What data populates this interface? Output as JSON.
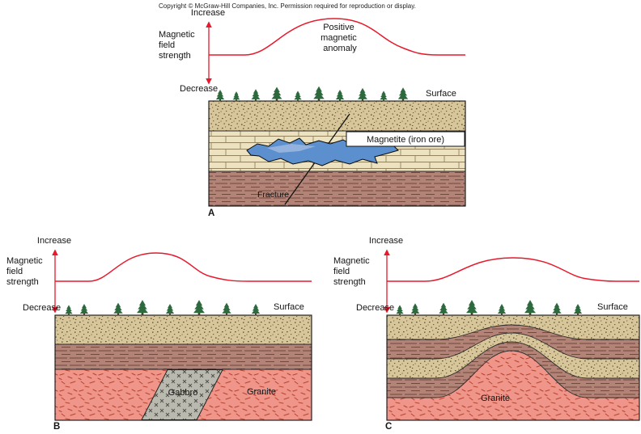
{
  "copyright": "Copyright © McGraw-Hill Companies, Inc. Permission required for reproduction or display.",
  "colors": {
    "curve_red": "#e8192c",
    "magnetite_blue": "#5b8fce",
    "granite_pink": "#f0958a",
    "gabbro_gray": "#b9b9b0"
  },
  "panels": {
    "a": {
      "letter": "A",
      "increase": "Increase",
      "decrease": "Decrease",
      "axis_lines": [
        "Magnetic",
        "field",
        "strength"
      ],
      "anomaly_lines": [
        "Positive",
        "magnetic",
        "anomaly"
      ],
      "surface": "Surface",
      "magnetite": "Magnetite (iron ore)",
      "fracture": "Fracture"
    },
    "b": {
      "letter": "B",
      "increase": "Increase",
      "decrease": "Decrease",
      "axis_lines": [
        "Magnetic",
        "field",
        "strength"
      ],
      "surface": "Surface",
      "gabbro": "Gabbro",
      "granite": "Granite"
    },
    "c": {
      "letter": "C",
      "increase": "Increase",
      "decrease": "Decrease",
      "axis_lines": [
        "Magnetic",
        "field",
        "strength"
      ],
      "surface": "Surface",
      "granite": "Granite"
    }
  }
}
